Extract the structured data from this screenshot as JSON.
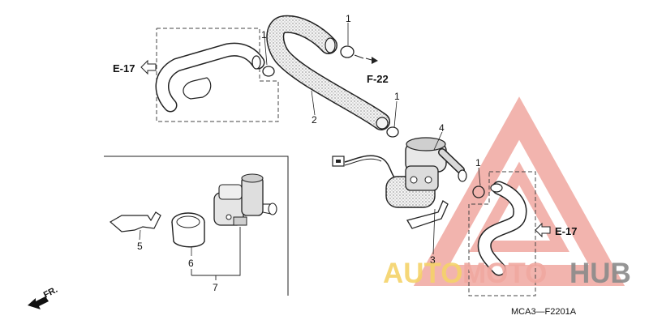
{
  "references": {
    "e17_top": "E-17",
    "f22": "F-22",
    "e17_right": "E-17"
  },
  "callouts": {
    "c1_a": "1",
    "c1_b": "1",
    "c1_c": "1",
    "c1_d": "1",
    "c2": "2",
    "c3": "3",
    "c4": "4",
    "c5": "5",
    "c6": "6",
    "c7": "7"
  },
  "front_marker": "FR.",
  "diagram_code": "MCA3—F2201A",
  "watermark": {
    "auto": "AUTO",
    "moto": "MOTO",
    "hub": "HUB",
    "color_primary": "#f0a8a0",
    "color_secondary": "#f5d36a",
    "color_dark": "#8a8a8a"
  }
}
